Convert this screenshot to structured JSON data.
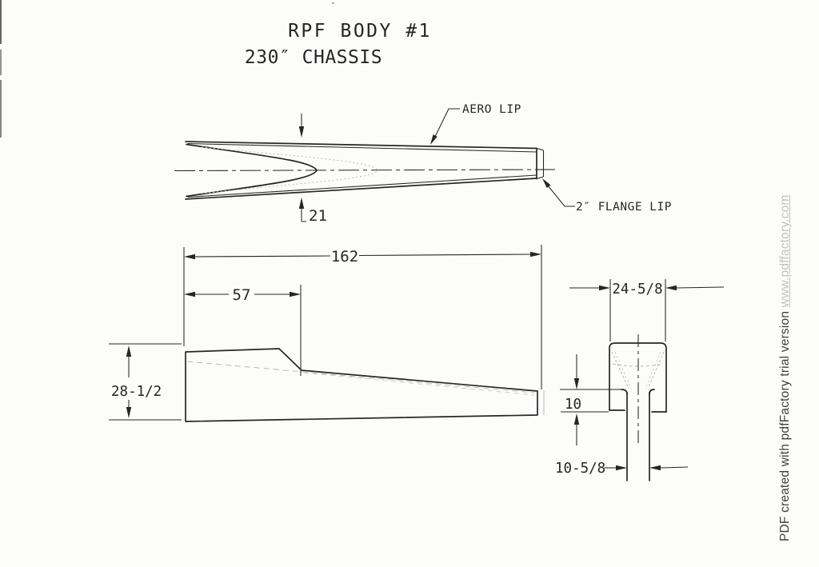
{
  "title": {
    "line1": "RPF BODY #1",
    "line2": "230″ CHASSIS"
  },
  "top_view": {
    "aero_lip_label": "AERO LIP",
    "flange_lip_label": "2″ FLANGE LIP",
    "station_dim": "21"
  },
  "side_view": {
    "overall_length": "162",
    "front_section_length": "57",
    "body_height": "28-1/2"
  },
  "end_view": {
    "top_width": "24-5/8",
    "lower_height": "10",
    "channel_width": "10-5/8"
  },
  "watermark": {
    "text": "PDF created with pdfFactory trial version ",
    "link": "www.pdffactory.com"
  },
  "colors": {
    "ink": "#262626",
    "faint": "#b9b9b9",
    "paper": "#fcfcfb",
    "watermark": "#3f3f3f",
    "watermark_link": "#c3c3c3"
  }
}
